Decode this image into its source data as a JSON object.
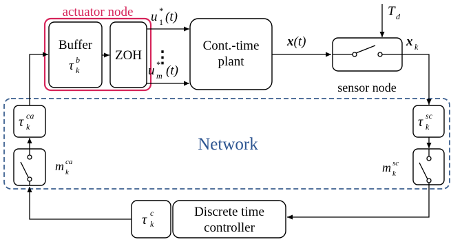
{
  "colors": {
    "actuator_outline": "#d6245a",
    "network_dash": "#3b5f8f",
    "network_label": "#2d5591",
    "stroke": "#000000"
  },
  "actuator_node": {
    "label": "actuator node"
  },
  "buffer": {
    "title": "Buffer",
    "tau": "τ",
    "tau_sup": "b",
    "tau_sub": "k"
  },
  "zoh": {
    "label": "ZOH"
  },
  "plant": {
    "line1": "Cont.-time",
    "line2": "plant"
  },
  "u1": {
    "base": "u",
    "sup": "*",
    "sub": "1",
    "tail": "(t)"
  },
  "um": {
    "base": "u",
    "sup": "*",
    "sub": "m",
    "tail": "(t)"
  },
  "ellipsis": "⋮",
  "xt": {
    "base": "x",
    "tail": "(t)"
  },
  "xk": {
    "base": "x",
    "sub": "k"
  },
  "td": {
    "base": "T",
    "sub": "d"
  },
  "sensor_node": {
    "label": "sensor node"
  },
  "network": {
    "label": "Network"
  },
  "tau_ca": {
    "base": "τ",
    "sup": "ca",
    "sub": "k"
  },
  "tau_sc": {
    "base": "τ",
    "sup": "sc",
    "sub": "k"
  },
  "tau_c": {
    "base": "τ",
    "sup": "c",
    "sub": "k"
  },
  "m_ca": {
    "base": "m",
    "sup": "ca",
    "sub": "k"
  },
  "m_sc": {
    "base": "m",
    "sup": "sc",
    "sub": "k"
  },
  "controller": {
    "line1": "Discrete time",
    "line2": "controller"
  }
}
